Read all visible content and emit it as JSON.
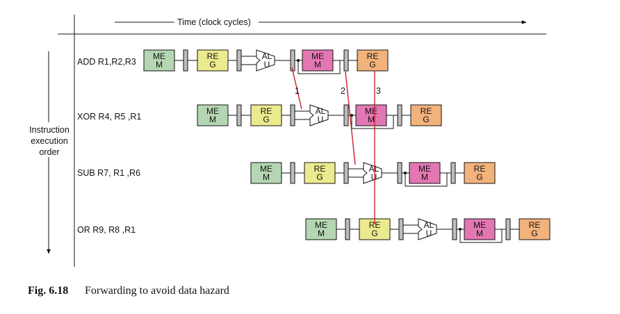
{
  "title": "Time (clock cycles)",
  "side_label": [
    "Instruction",
    "execution",
    "order"
  ],
  "instructions": [
    "ADD R1,R2,R3",
    "XOR R4, R5 ,R1",
    "SUB R7, R1 ,R6",
    "OR R9, R8 ,R1"
  ],
  "stages": {
    "mem": [
      "ME",
      "M"
    ],
    "reg": [
      "RE",
      "G"
    ],
    "alu": [
      "AL",
      "U"
    ]
  },
  "forward_labels": [
    "1",
    "2",
    "3"
  ],
  "caption": {
    "number": "Fig. 6.18",
    "text": "Forwarding to avoid data hazard"
  },
  "colors": {
    "mem_green": "#b5d6b2",
    "reg_yellow": "#ecea8e",
    "dmem_pink": "#e377b3",
    "wb_orange": "#f2b27c",
    "latch": "#bdbdbd",
    "forward": "#cc1e2e"
  }
}
